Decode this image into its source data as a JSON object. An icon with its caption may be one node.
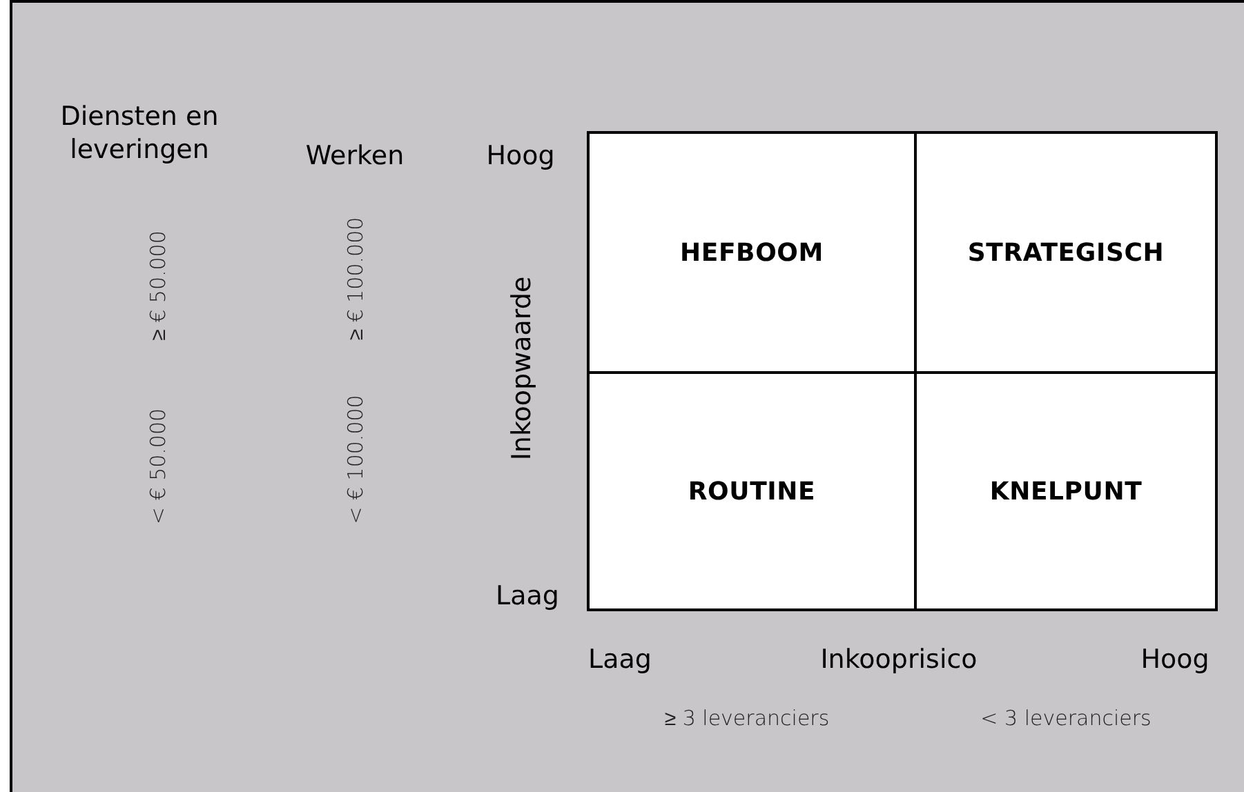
{
  "diagram": {
    "nodes": [
      {
        "text": [
          "HEFBOOM"
        ]
      },
      {
        "text": [
          "STRATEGISCH"
        ]
      },
      {
        "text": [
          "ROUTINE"
        ]
      },
      {
        "text": [
          "KNELPUNT"
        ]
      }
    ],
    "labels": [
      "Diensten en leveringen",
      "Werken",
      "Hoog",
      "≥ € 50.000",
      "≥ € 100.000",
      "Inkoopwaarde",
      "< € 50.000",
      "< € 100.000",
      "Laag",
      "Laag",
      "Inkooprisico",
      "Hoog",
      "≥ 3 leveranciers",
      "< 3 leveranciers"
    ]
  }
}
